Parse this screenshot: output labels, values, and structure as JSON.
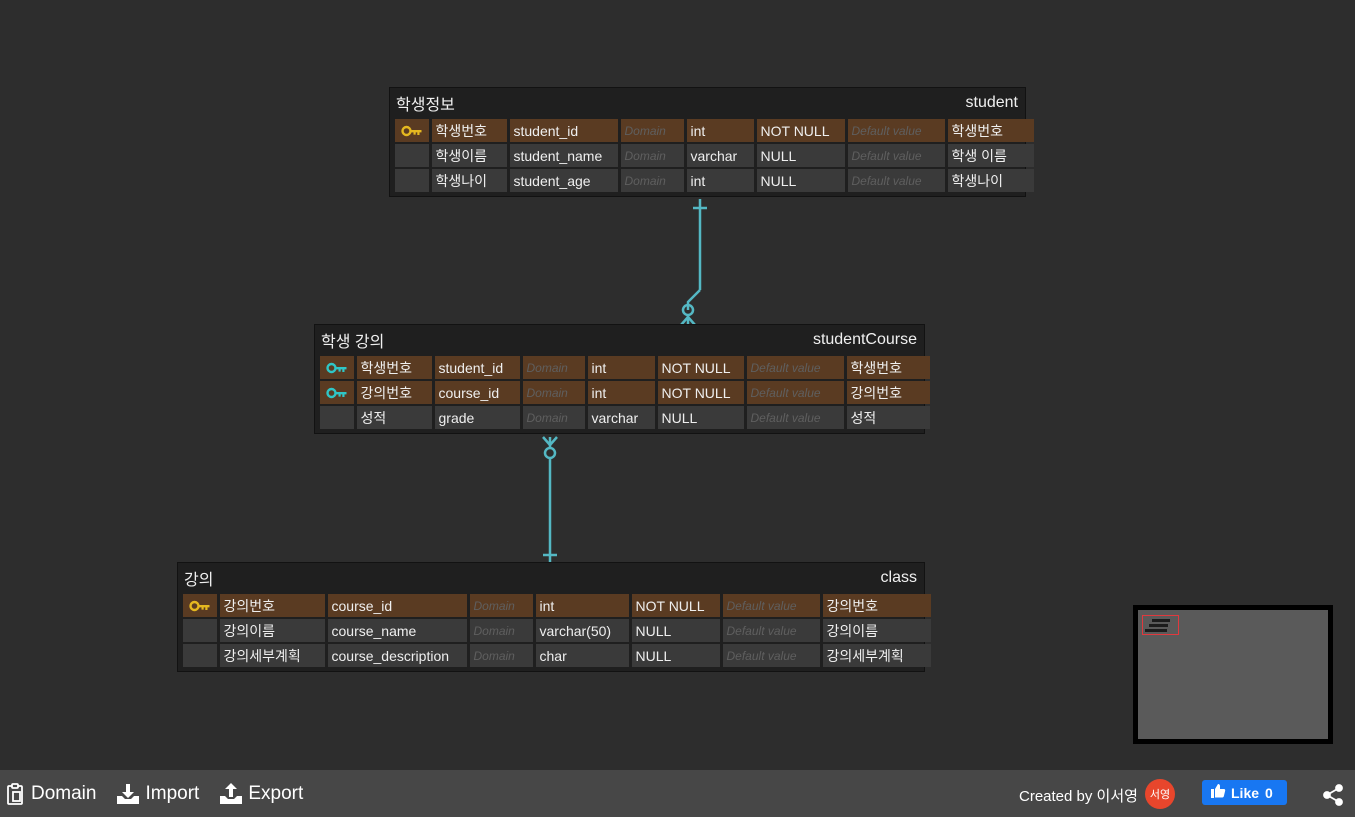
{
  "colors": {
    "canvas": "#2d2d2d",
    "table_bg": "#1f1f1f",
    "cell_bg": "#3a3a3a",
    "pk_cell_bg": "#5a3b22",
    "pk_key": "#e5b820",
    "pfk_key": "#2fc6c6",
    "relation_line": "#54b8c4",
    "footer": "#474747",
    "like_button": "#1877f2",
    "avatar": "#e8462c"
  },
  "placeholders": {
    "domain": "Domain",
    "default": "Default value"
  },
  "tables": {
    "student": {
      "comment": "학생정보",
      "name": "student",
      "rows": [
        {
          "key": "pk",
          "comment": "학생번호",
          "name": "student_id",
          "type": "int",
          "nullable": "NOT NULL",
          "desc": "학생번호"
        },
        {
          "key": "",
          "comment": "학생이름",
          "name": "student_name",
          "type": "varchar",
          "nullable": "NULL",
          "desc": "학생 이름"
        },
        {
          "key": "",
          "comment": "학생나이",
          "name": "student_age",
          "type": "int",
          "nullable": "NULL",
          "desc": "학생나이"
        }
      ]
    },
    "studentCourse": {
      "comment": "학생 강의",
      "name": "studentCourse",
      "rows": [
        {
          "key": "pfk",
          "comment": "학생번호",
          "name": "student_id",
          "type": "int",
          "nullable": "NOT NULL",
          "desc": "학생번호"
        },
        {
          "key": "pfk",
          "comment": "강의번호",
          "name": "course_id",
          "type": "int",
          "nullable": "NOT NULL",
          "desc": "강의번호"
        },
        {
          "key": "",
          "comment": "성적",
          "name": "grade",
          "type": "varchar",
          "nullable": "NULL",
          "desc": "성적"
        }
      ]
    },
    "class": {
      "comment": "강의",
      "name": "class",
      "rows": [
        {
          "key": "pk",
          "comment": "강의번호",
          "name": "course_id",
          "type": "int",
          "nullable": "NOT NULL",
          "desc": "강의번호"
        },
        {
          "key": "",
          "comment": "강의이름",
          "name": "course_name",
          "type": "varchar(50)",
          "nullable": "NULL",
          "desc": "강의이름"
        },
        {
          "key": "",
          "comment": "강의세부계획",
          "name": "course_description",
          "type": "char",
          "nullable": "NULL",
          "desc": "강의세부계획"
        }
      ]
    }
  },
  "footer": {
    "domain_label": "Domain",
    "import_label": "Import",
    "export_label": "Export",
    "created_by": "Created by 이서영",
    "avatar_text": "서영",
    "like_label": "Like",
    "like_count": "0"
  }
}
